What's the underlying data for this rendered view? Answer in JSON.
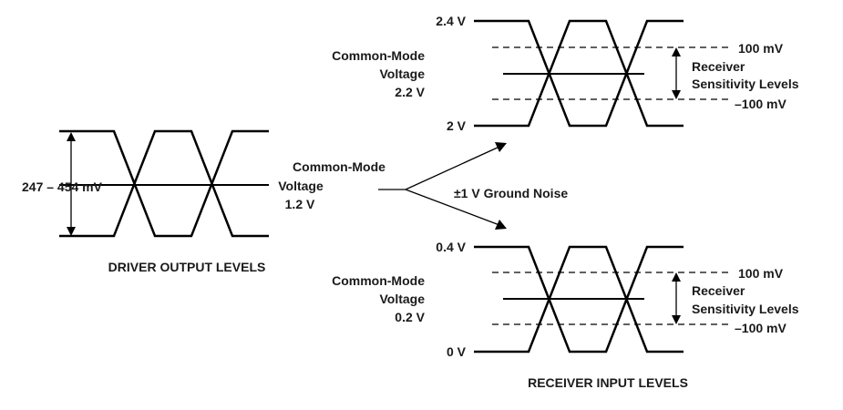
{
  "driver": {
    "amplitude_label": "247 – 454 mV",
    "cm_line1": "Common-Mode",
    "cm_line2": "Voltage",
    "cm_value": "1.2 V",
    "caption": "DRIVER OUTPUT LEVELS"
  },
  "noise_label": "±1 V Ground Noise",
  "receiver_top": {
    "high_label": "2.4 V",
    "low_label": "2 V",
    "cm_line1": "Common-Mode",
    "cm_line2": "Voltage",
    "cm_value": "2.2 V",
    "plus_label": "100 mV",
    "minus_label": "–100 mV",
    "sens_line1": "Receiver",
    "sens_line2": "Sensitivity Levels"
  },
  "receiver_bottom": {
    "high_label": "0.4 V",
    "low_label": "0 V",
    "cm_line1": "Common-Mode",
    "cm_line2": "Voltage",
    "cm_value": "0.2 V",
    "plus_label": "100 mV",
    "minus_label": "–100 mV",
    "sens_line1": "Receiver",
    "sens_line2": "Sensitivity Levels"
  },
  "receiver_caption": "RECEIVER INPUT LEVELS"
}
